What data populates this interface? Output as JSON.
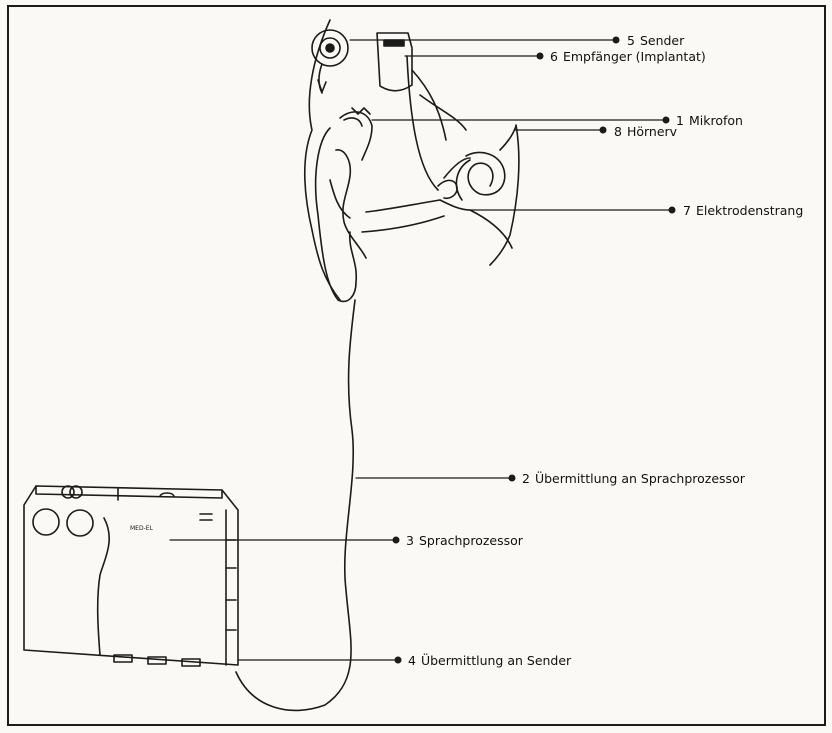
{
  "diagram": {
    "labels": [
      {
        "id": "sender",
        "number": "5",
        "text": "Sender"
      },
      {
        "id": "empfaenger",
        "number": "6",
        "text": "Empfänger (Implantat)"
      },
      {
        "id": "mikrofon",
        "number": "1",
        "text": "Mikrofon"
      },
      {
        "id": "hoernerv",
        "number": "8",
        "text": "Hörnerv"
      },
      {
        "id": "elektrodenstrang",
        "number": "7",
        "text": "Elektrodenstrang"
      },
      {
        "id": "uebermittlung-sprachprozessor",
        "number": "2",
        "text": "Übermittlung an Sprachprozessor"
      },
      {
        "id": "sprachprozessor",
        "number": "3",
        "text": "Sprachprozessor"
      },
      {
        "id": "uebermittlung-sender",
        "number": "4",
        "text": "Übermittlung an Sender"
      }
    ],
    "device_label": "MED-EL"
  },
  "colors": {
    "ink": "#1b1b1b",
    "paper": "#faf9f6",
    "border": "#1b1b1b"
  }
}
